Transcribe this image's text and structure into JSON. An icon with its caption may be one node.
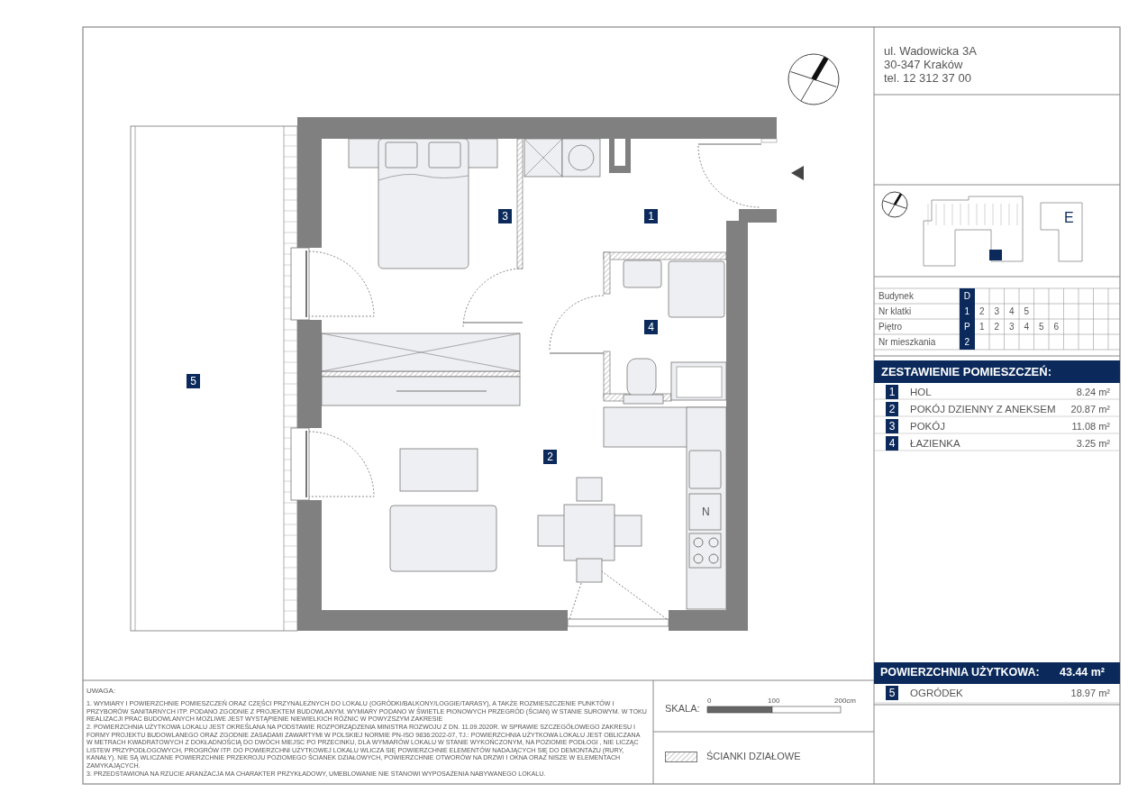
{
  "diagram": {
    "labels": [
      "3",
      "1",
      "4",
      "5",
      "2",
      "N",
      "ul. Wadowicka 3A",
      "30-347 Kraków",
      "tel. 12 312 37 00",
      "E",
      "Budynek",
      "D",
      "Nr klatki",
      "1",
      "2",
      "3",
      "4",
      "5",
      "Piętro",
      "P",
      "1",
      "2",
      "3",
      "4",
      "5",
      "6",
      "Nr mieszkania",
      "2",
      "ZESTAWIENIE POMIESZCZEŃ:",
      "1",
      "HOL",
      "8.24 m²",
      "2",
      "POKÓJ DZIENNY Z ANEKSEM",
      "20.87 m²",
      "3",
      "POKÓJ",
      "11.08 m²",
      "4",
      "ŁAZIENKA",
      "3.25 m²",
      "POWIERZCHNIA UŻYTKOWA:",
      "43.44 m²",
      "5",
      "OGRÓDEK",
      "18.97 m²",
      "UWAGA:",
      "1. WYMIARY I POWIERZCHNIE POMIESZCZEŃ ORAZ CZĘŚCI PRZYNALEŻNYCH DO LOKALU (OGRÓDKI/BALKONY/LOGGIE/TARASY), A TAKŻE ROZMIESZCZENIE PUNKTÓW I PRZYBORÓW SANITARNYCH ITP. PODANO ZGODNIE Z PROJEKTEM BUDOWLANYM. WYMIARY PODANO W ŚWIETLE PIONOWYCH PRZEGRÓD (ŚCIAN) W STANIE SUROWYM. W TOKU REALIZACJI PRAC BUDOWLANYCH MOŻLIWE JEST WYSTĄPIENIE NIEWIELKICH RÓŻNIC W POWYŻSZYM ZAKRESIE",
      "2. POWIERZCHNIA UŻYTKOWA LOKALU JEST OKREŚLANA NA PODSTAWIE ROZPORZĄDZENIA MINISTRA ROZWOJU Z DN. 11.09.2020R. W SPRAWIE SZCZEGÓŁOWEGO ZAKRESU I FORMY PROJEKTU BUDOWLANEGO ORAZ ZGODNIE ZASADAMI ZAWARTYMI W POLSKIEJ NORMIE PN-ISO 9836:2022-07, TJ.: POWIERZCHNIA UŻYTKOWA LOKALU JEST OBLICZANA W METRACH KWADRATOWYCH Z DOKŁADNOŚCIĄ DO DWÓCH MIEJSC PO PRZECINKU, DLA WYMIARÓW LOKALU W STANIE WYKOŃCZONYM, NA POZIOMIE PODŁOGI , NIE LICZĄC LISTEW PRZYPODŁOGOWYCH, PROGRÓW ITP. DO POWIERZCHNI UŻYTKOWEJ LOKALU WLICZA SIĘ POWIERZCHNIE ELEMENTÓW NADAJĄCYCH SIĘ DO DEMONTAŻU (RURY, KANAŁY). NIE SĄ WLICZANE POWIERZCHNIE PRZEKROJU POZIOMEGO ŚCIANEK DZIAŁOWYCH, POWIERZCHNIE OTWORÓW NA DRZWI I OKNA ORAZ NISZE W ELEMENTACH ZAMYKAJĄCYCH.",
      "3. PRZEDSTAWIONA NA RZUCIE ARANŻACJA MA CHARAKTER PRZYKŁADOWY, UMEBLOWANIE NIE STANOWI WYPOSAŻENIA NABYWANEGO LOKALU.",
      "SKALA:",
      "0",
      "100",
      "200cm"
    ],
    "legend": [
      {
        "text": "ŚCIANKI DZIAŁOWE"
      }
    ]
  }
}
